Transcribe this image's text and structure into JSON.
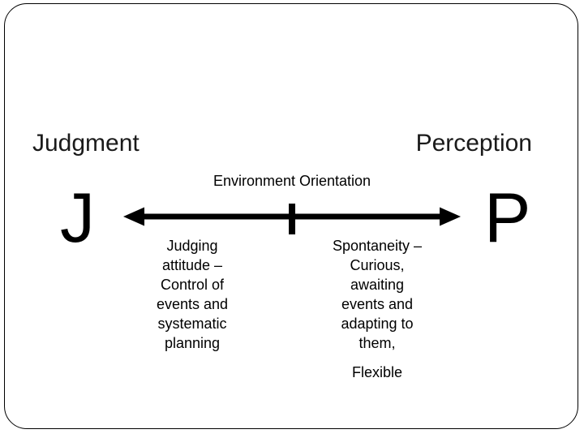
{
  "slide": {
    "headers": {
      "left": "Judgment",
      "right": "Perception"
    },
    "axis": {
      "title": "Environment Orientation",
      "left_letter": "J",
      "right_letter": "P",
      "left_description": "Judging\nattitude –\nControl of\nevents and\nsystematic\nplanning",
      "right_description": "Spontaneity –\nCurious,\nawaiting\nevents and\nadapting to\nthem,",
      "right_footer": "Flexible"
    },
    "colors": {
      "background": "#ffffff",
      "border": "#000000",
      "text": "#1a1a1a",
      "arrow": "#000000"
    }
  }
}
